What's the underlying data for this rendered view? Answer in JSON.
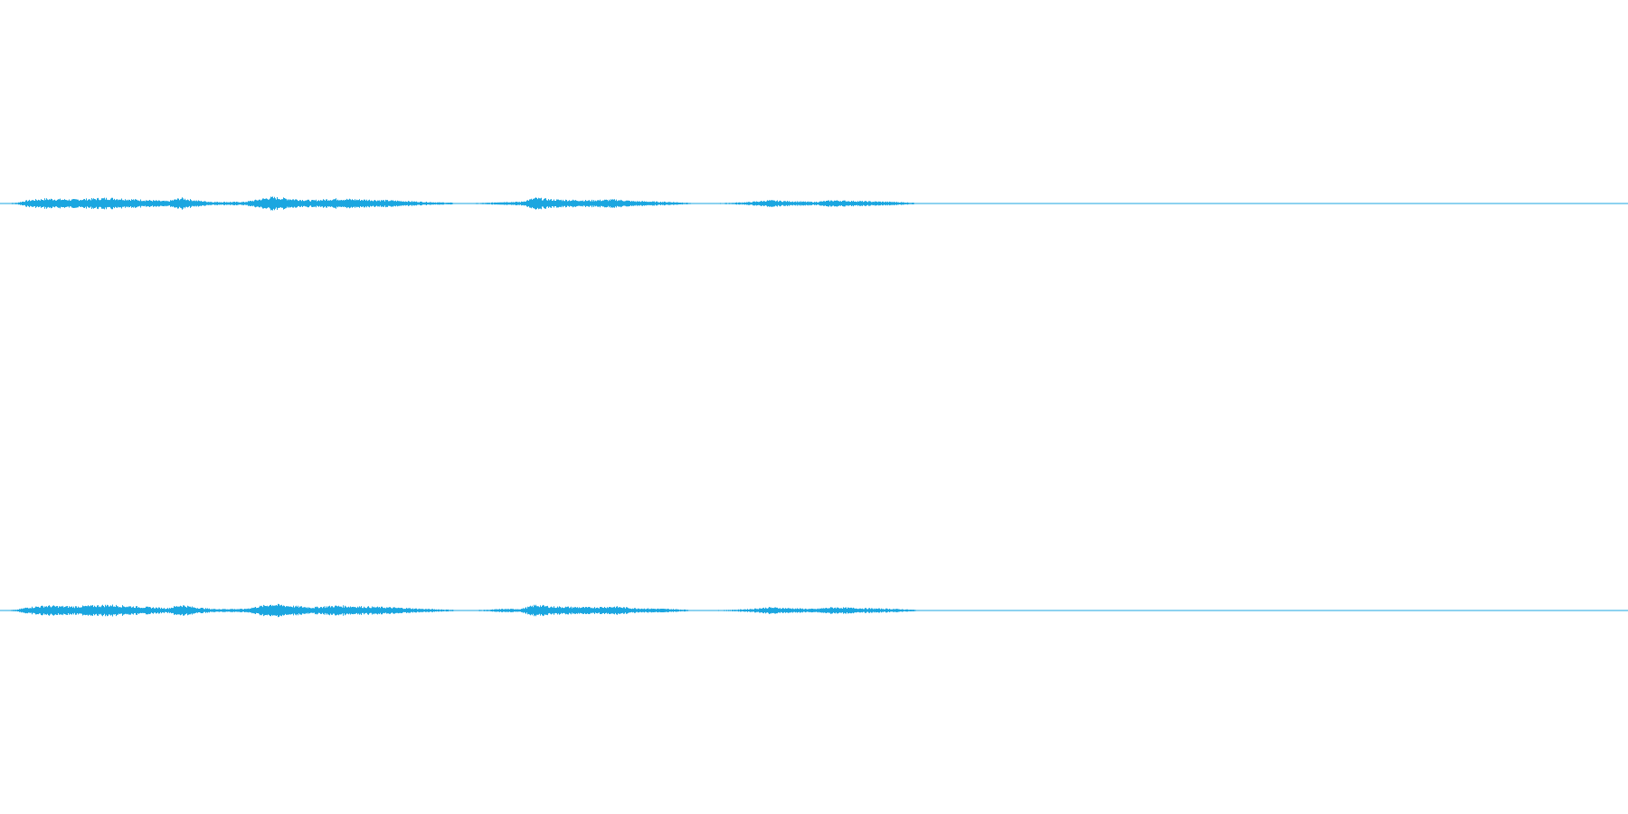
{
  "waveform": {
    "color": "#1ba6e0",
    "channel_count": 2,
    "channels": [
      {
        "channel": 1
      },
      {
        "channel": 2
      }
    ],
    "duration_fraction_with_signal": 0.6
  }
}
